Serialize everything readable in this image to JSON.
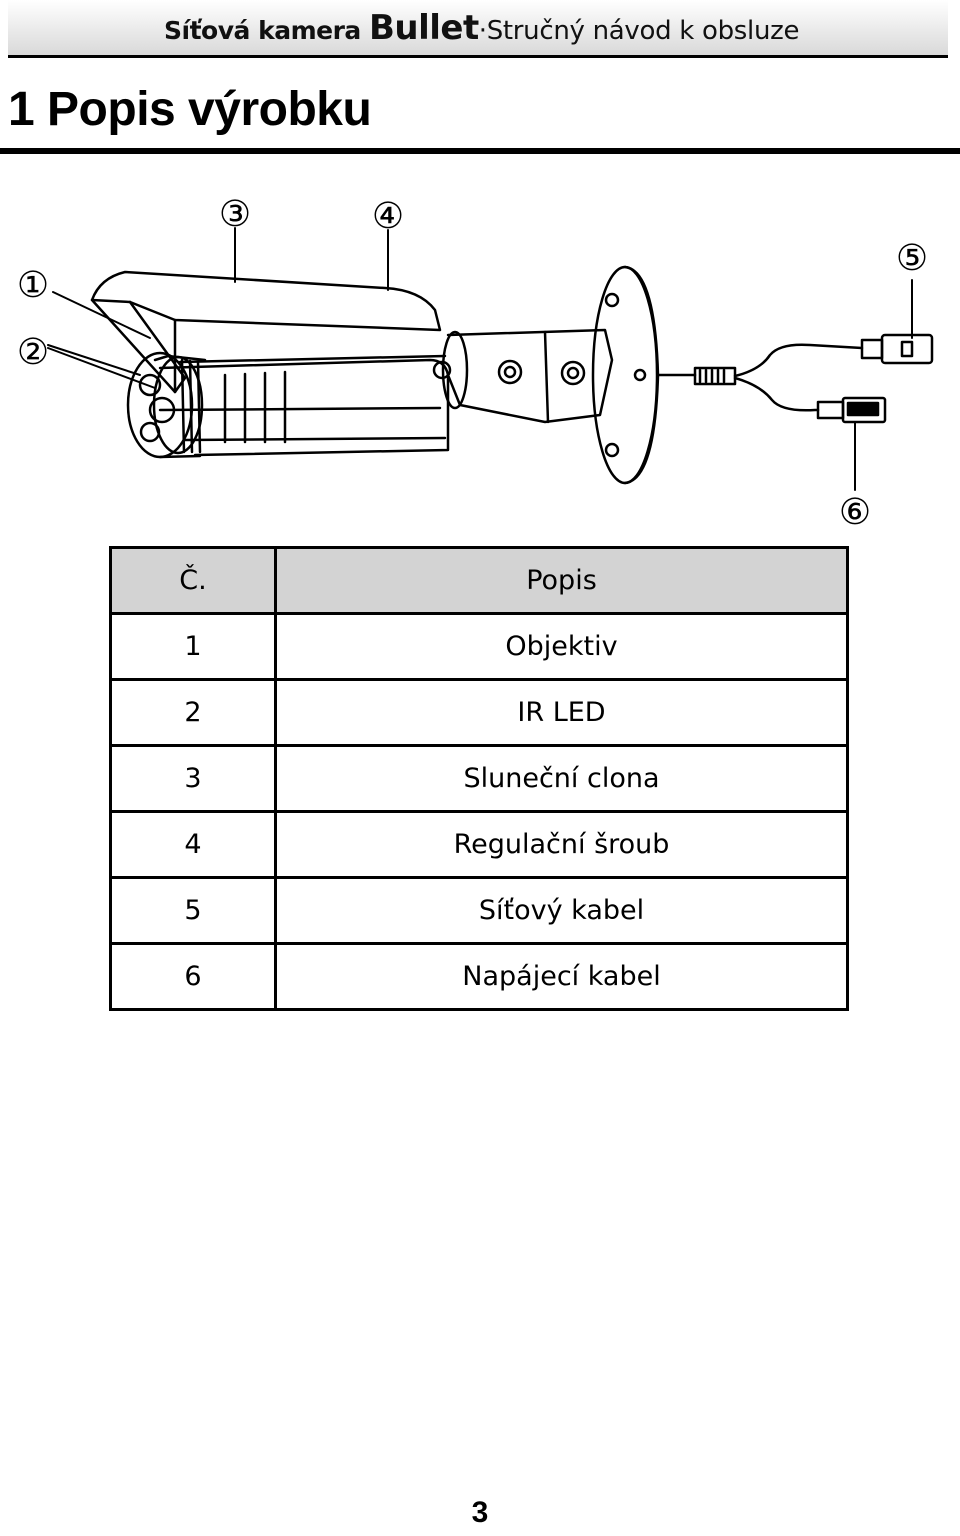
{
  "header": {
    "part_a": "Síťová kamera ",
    "part_b": "Bullet",
    "part_c": "·Stručný návod k obsluze"
  },
  "title": "1 Popis výrobku",
  "diagram": {
    "callouts": [
      "①",
      "②",
      "③",
      "④",
      "⑤",
      "⑥"
    ]
  },
  "table": {
    "headers": [
      "Č.",
      "Popis"
    ],
    "rows": [
      {
        "num": "1",
        "desc": "Objektiv"
      },
      {
        "num": "2",
        "desc": "IR LED"
      },
      {
        "num": "3",
        "desc": "Sluneční clona"
      },
      {
        "num": "4",
        "desc": "Regulační šroub"
      },
      {
        "num": "5",
        "desc": "Síťový kabel"
      },
      {
        "num": "6",
        "desc": "Napájecí kabel"
      }
    ]
  },
  "page_number": "3"
}
